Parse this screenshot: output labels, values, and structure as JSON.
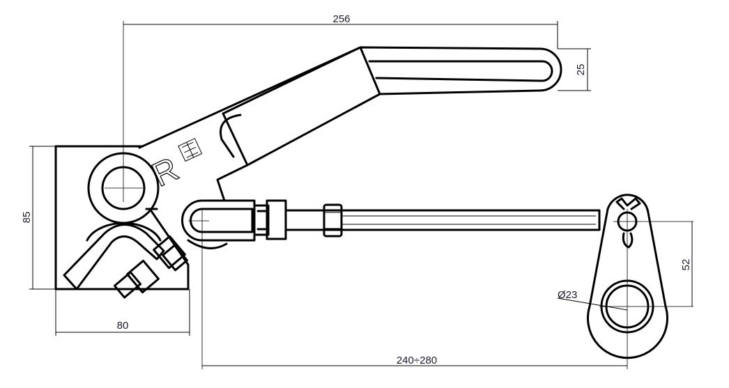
{
  "drawing": {
    "dimensions": {
      "overall_length": "256",
      "handle_width": "25",
      "base_height": "85",
      "base_width": "80",
      "pin_spacing": "52",
      "hole_diameter": "Ø23",
      "adjust_range": "240÷280"
    },
    "logo_text": "R"
  }
}
